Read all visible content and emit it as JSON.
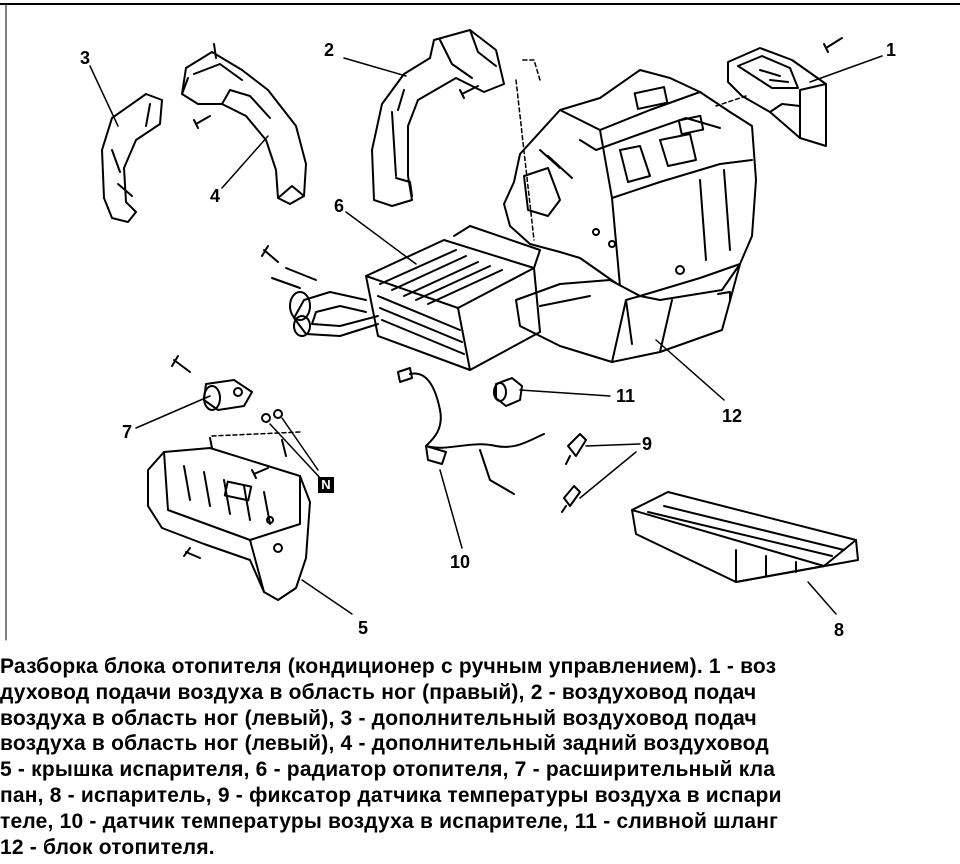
{
  "callouts": {
    "c1": "1",
    "c2": "2",
    "c3": "3",
    "c4": "4",
    "c5": "5",
    "c6": "6",
    "c7": "7",
    "c8": "8",
    "c9": "9",
    "c10": "10",
    "c11": "11",
    "c12": "12",
    "n_mark": "N"
  },
  "caption": {
    "lines": [
      "Разборка блока отопителя (кондиционер с ручным управлением). 1 - воз",
      "духовод подачи воздуха в область ног (правый), 2 - воздуховод подач",
      "воздуха в область ног (левый), 3 - дополнительный воздуховод подач",
      "воздуха в область ног (левый), 4 - дополнительный задний воздуховод",
      "5 - крышка испарителя, 6 - радиатор отопителя, 7 - расширительный кла",
      "пан, 8 - испаритель, 9 - фиксатор датчика температуры воздуха в испари",
      "теле, 10 - датчик температуры воздуха в испарителе, 11 - сливной шланг",
      "12 - блок отопителя."
    ]
  }
}
